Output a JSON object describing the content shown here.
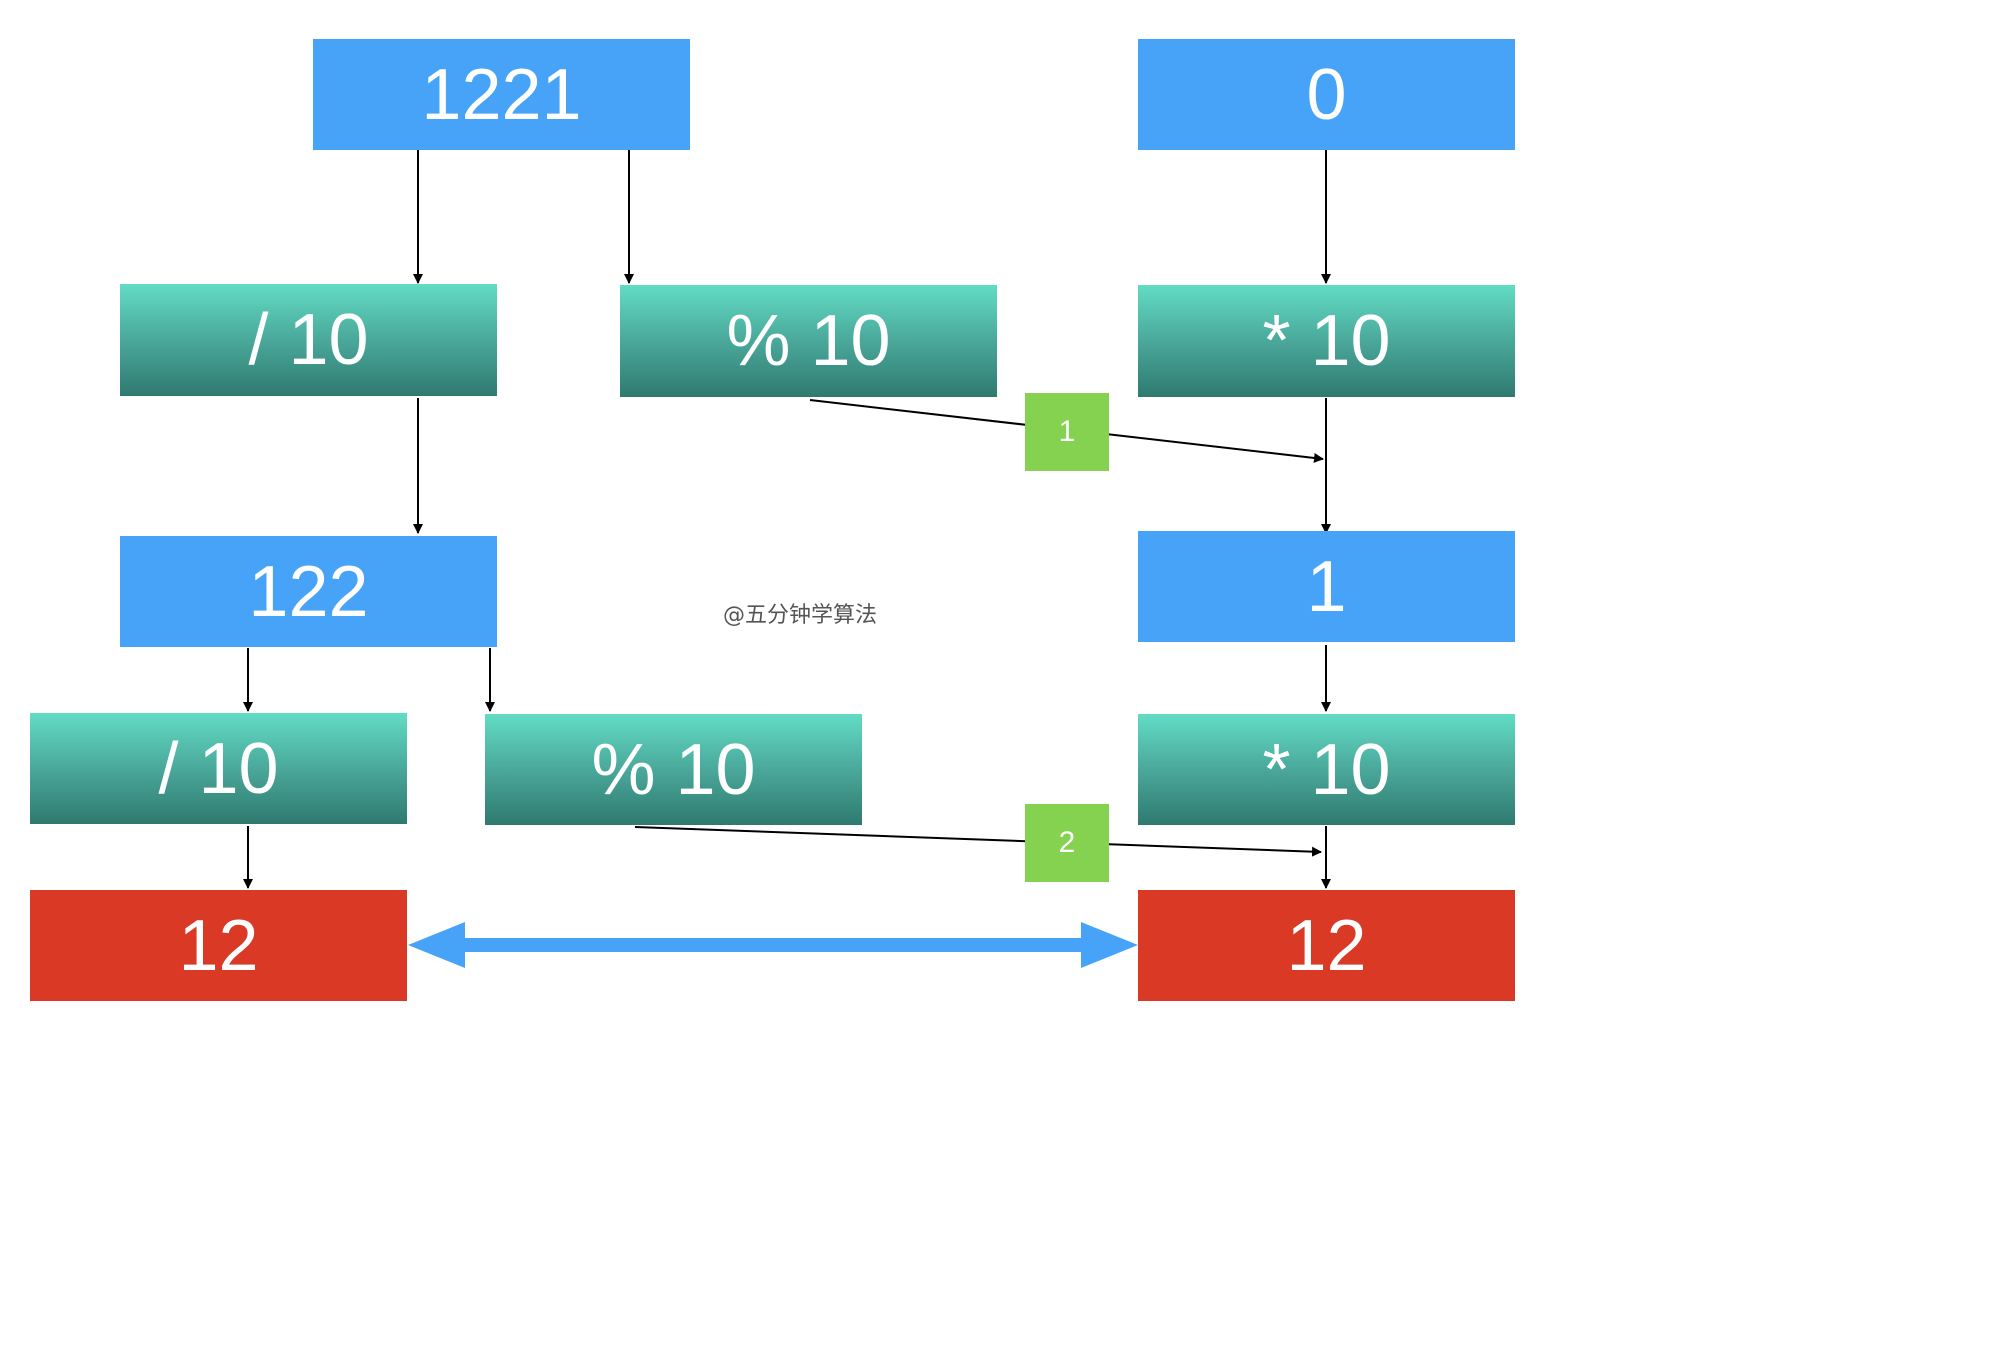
{
  "nodes": {
    "n1221": "1221",
    "n0": "0",
    "div1": "/ 10",
    "mod1": "% 10",
    "mul1": "* 10",
    "n122": "122",
    "n1": "1",
    "div2": "/ 10",
    "mod2": "% 10",
    "mul2": "* 10",
    "left12": "12",
    "right12": "12"
  },
  "badges": {
    "b1": "1",
    "b2": "2"
  },
  "watermark": "@五分钟学算法",
  "colors": {
    "value_box": "#46a3f7",
    "operation_box_top": "#62dcc4",
    "operation_box_bottom": "#2f7a70",
    "result_box": "#da3a25",
    "badge": "#84d24f",
    "compare_arrow": "#46a3f7"
  }
}
